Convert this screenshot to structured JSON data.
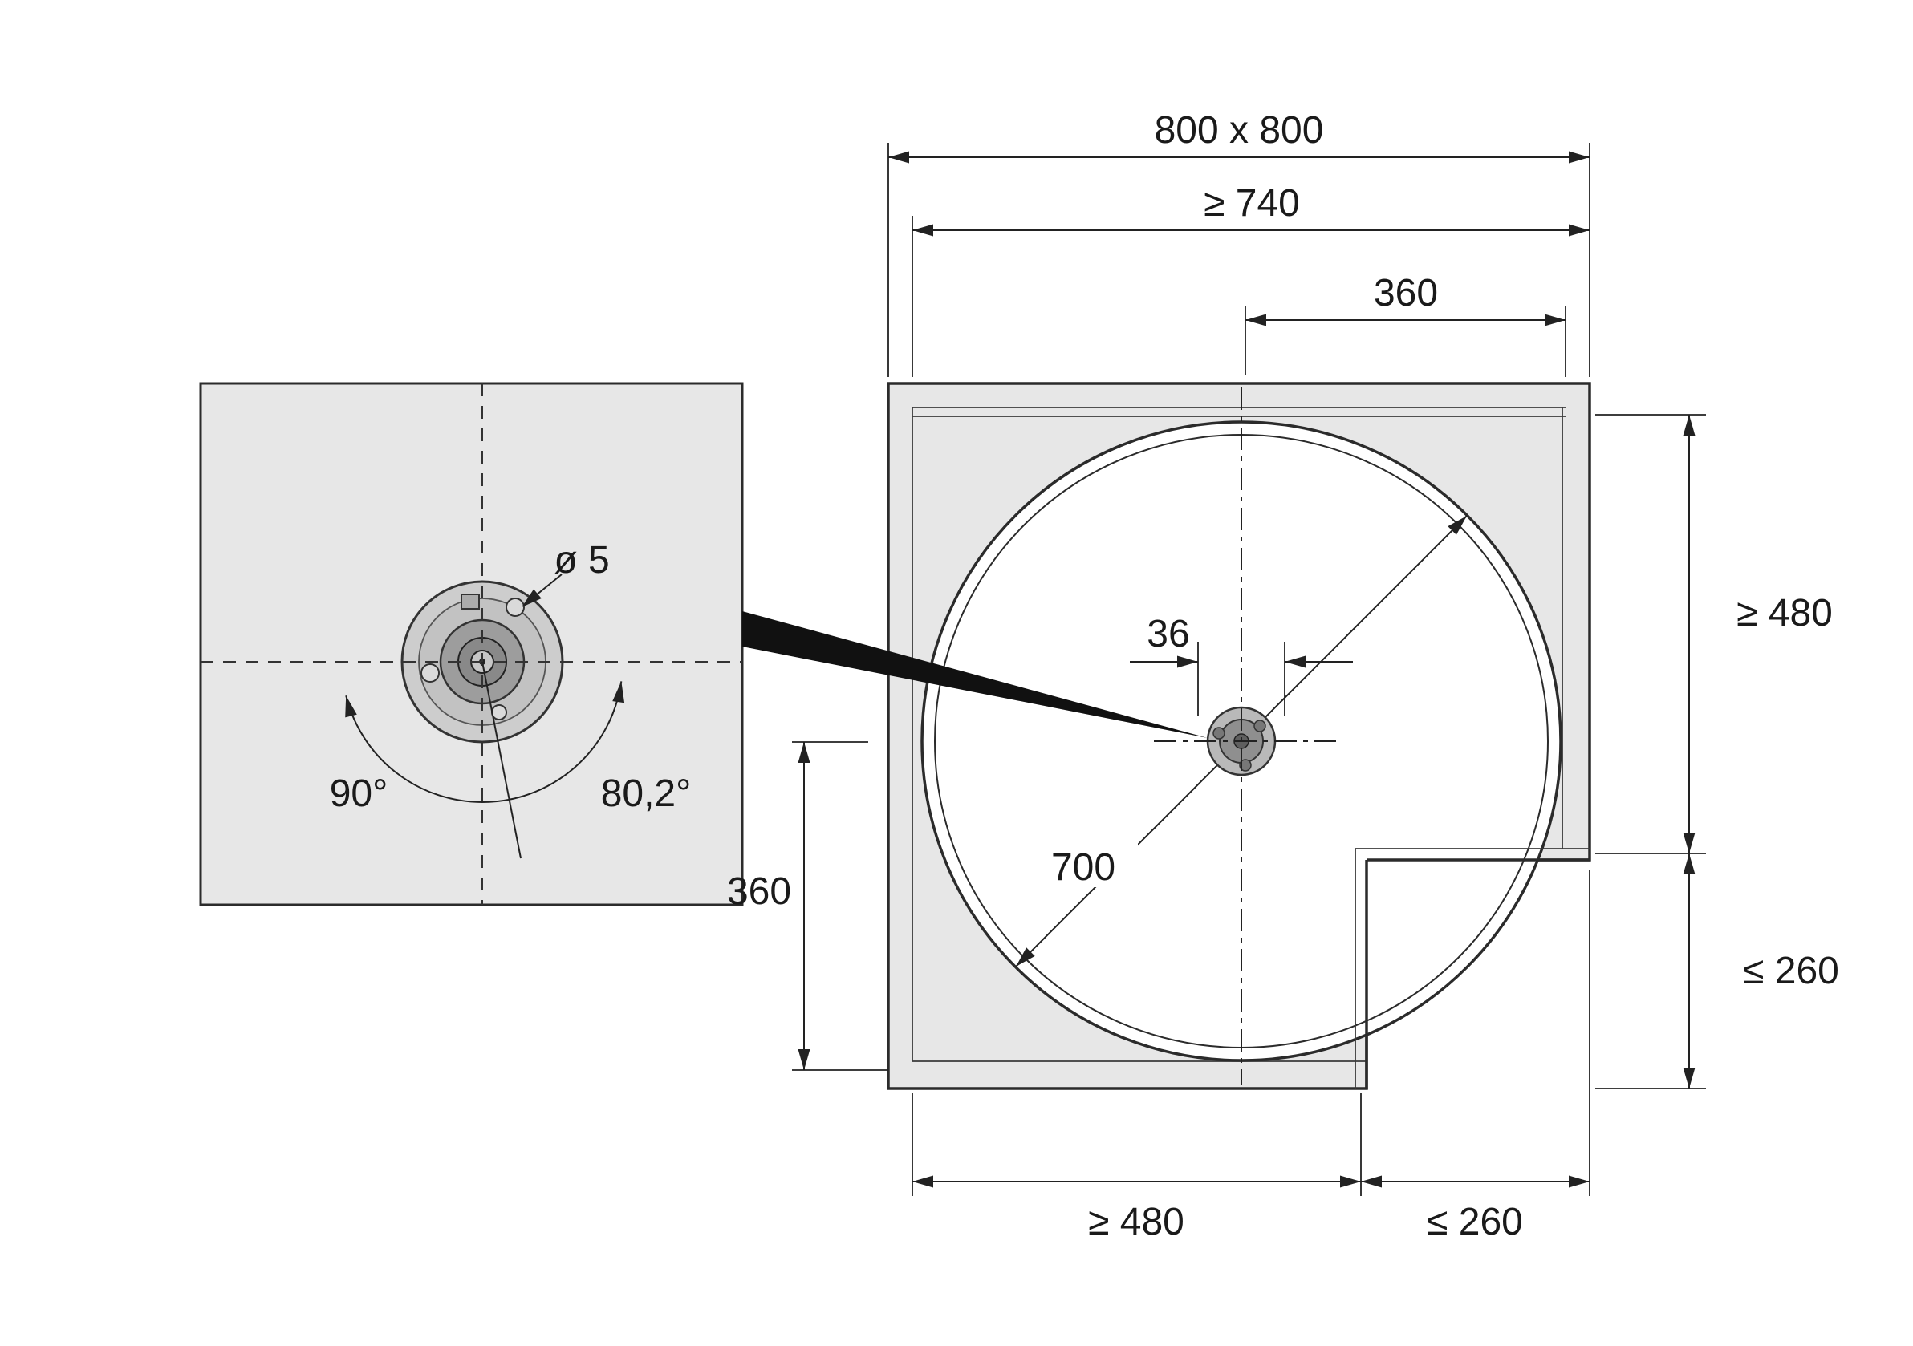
{
  "drawing": {
    "type": "technical-plan",
    "subject": "corner-cabinet-carousel-fitting",
    "labels": {
      "overall_size": "800 x 800",
      "min_inner_width": "≥ 740",
      "top_offset": "360",
      "hub_width": "36",
      "right_depth": "≥ 480",
      "right_door": "≤ 260",
      "left_offset": "360",
      "tray_diameter": "700",
      "bottom_depth": "≥ 480",
      "bottom_door": "≤ 260",
      "hole_diameter": "ø 5",
      "angle_main": "90°",
      "angle_stop": "80,2°"
    },
    "colors": {
      "background": "#ffffff",
      "panel_fill": "#e7e7e7",
      "outline": "#2b2b2b",
      "dimension_line": "#222222",
      "hub_fill": "#9d9d9d",
      "callout_fill": "#111111",
      "tray_fill": "#ffffff"
    }
  }
}
